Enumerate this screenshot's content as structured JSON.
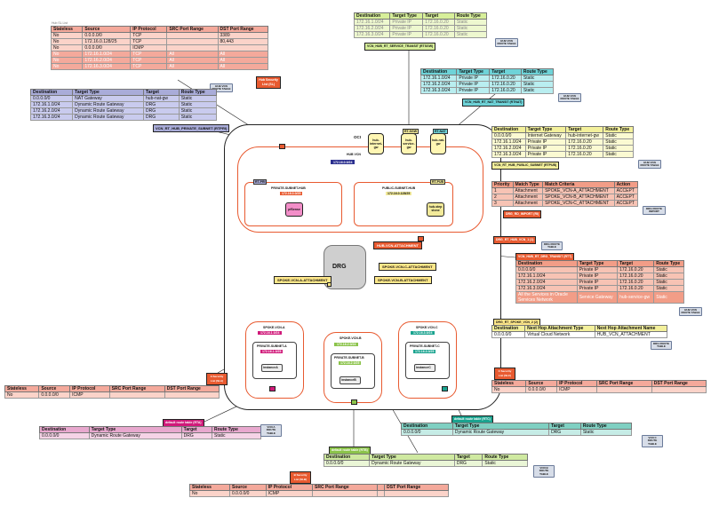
{
  "colors": {
    "sl": "#f4a99b",
    "hub": "#e85a30",
    "spoke_a": "#d01a7a",
    "spoke_b": "#8bc34a",
    "spoke_c": "#1aa38f",
    "drg": "#c9c9c9",
    "accent_nat": "#f2ea9a"
  },
  "oci_title": "OCI",
  "hub_vcn": {
    "title": "HUB VCN",
    "cidr": "172.16.0.0/24"
  },
  "gateways": {
    "internet": "hub-internet-gw",
    "service": "hub-service-gw",
    "nat": "hub-nat-gw"
  },
  "gw_tags": {
    "sgw": "RT-SGW",
    "nat": "RT-NAT",
    "private": "RT-PRI",
    "public": "RT-PUB"
  },
  "hub_private": {
    "title": "PRIVATE-SUBNET-HUB",
    "cidr": "172.16.0.0/25",
    "instance": "pfSense"
  },
  "hub_public": {
    "title": "PUBLIC-SUBNET-HUB",
    "cidr": "172.16.0.128/25",
    "instance": "hub-step stone"
  },
  "drg": {
    "title": "DRG"
  },
  "attachments": {
    "hub": "HUB-VCN-ATTACHMENT",
    "spoke_a": "SPOKE-VCN-A-ATTACHMENT",
    "spoke_b": "SPOKE-VCN-B-ATTACHMENT",
    "spoke_c": "SPOKE-VCN-C-ATTACHMENT"
  },
  "spoke_a": {
    "title": "SPOKE-VCN-A",
    "cidr": "172.16.1.0/24",
    "subnet": "PRIVATE-SUBNET-A",
    "subnet_cidr": "172.16.1.0/25",
    "instance": "instanceA"
  },
  "spoke_b": {
    "title": "SPOKE-VCN-B",
    "cidr": "172.16.2.0/24",
    "subnet": "PRIVATE-SUBNET-B",
    "subnet_cidr": "172.16.2.0/25",
    "instance": "instanceB"
  },
  "spoke_c": {
    "title": "SPOKE-VCN-C",
    "cidr": "172.16.3.0/24",
    "subnet": "PRIVATE-SUBNET-C",
    "subnet_cidr": "172.16.3.0/25",
    "instance": "instanceC"
  },
  "hub_sl_title": "HUB SECURITY LIST",
  "hub_sl": {
    "headers": [
      "Stateless",
      "Source",
      "IP Protocol",
      "SRC Port Range",
      "DST Port Range"
    ],
    "rows": [
      [
        "No",
        "0.0.0.0/0",
        "TCP",
        "",
        "3389"
      ],
      [
        "No",
        "172.16.0.128/25",
        "TCP",
        "",
        "80,443"
      ],
      [
        "No",
        "0.0.0.0/0",
        "ICMP",
        "",
        ""
      ],
      [
        "No",
        "172.16.1.0/24",
        "TCP",
        "All",
        "All"
      ],
      [
        "No",
        "172.16.2.0/24",
        "TCP",
        "All",
        "All"
      ],
      [
        "No",
        "172.16.3.0/24",
        "TCP",
        "All",
        "All"
      ]
    ]
  },
  "hub_sl_label": "Hub Security List (SL)",
  "rt_private": {
    "headers": [
      "Destination",
      "Target Type",
      "Target",
      "Route Type"
    ],
    "rows": [
      [
        "0.0.0.0/0",
        "NAT Gateway",
        "hub-nat-gw",
        "Static"
      ],
      [
        "172.16.1.0/24",
        "Dynamic Route Gateway",
        "DRG",
        "Static"
      ],
      [
        "172.16.2.0/24",
        "Dynamic Route Gateway",
        "DRG",
        "Static"
      ],
      [
        "172.16.3.0/24",
        "Dynamic Route Gateway",
        "DRG",
        "Static"
      ]
    ],
    "label": "VCN_RT_HUB_PRIVATE_SUBNET (RTPRI)",
    "badge": "HUB VCN ROUTE TABLE"
  },
  "rt_sgw": {
    "headers": [
      "Destination",
      "Target Type",
      "Target",
      "Route Type"
    ],
    "rows": [
      [
        "172.16.1.0/24",
        "Private IP",
        "172.16.0.20",
        "Static"
      ],
      [
        "172.16.2.0/24",
        "Private IP",
        "172.16.0.20",
        "Static"
      ],
      [
        "172.16.3.0/24",
        "Private IP",
        "172.16.0.20",
        "Static"
      ]
    ],
    "label": "VCN_HUB_RT_SERVICE_TRANSIT (RTSGW)",
    "badge": "HUB VCN ROUTE TABLE"
  },
  "rt_nat": {
    "headers": [
      "Destination",
      "Target Type",
      "Target",
      "Route Type"
    ],
    "rows": [
      [
        "172.16.1.0/24",
        "Private IP",
        "172.16.0.20",
        "Static"
      ],
      [
        "172.16.2.0/24",
        "Private IP",
        "172.16.0.20",
        "Static"
      ],
      [
        "172.16.3.0/24",
        "Private IP",
        "172.16.0.20",
        "Static"
      ]
    ],
    "label": "VCN_HUB_RT_NAT_TRANSIT (RTNAT)",
    "badge": "HUB VCN ROUTE TABLE"
  },
  "rt_public": {
    "headers": [
      "Destination",
      "Target Type",
      "Target",
      "Route Type"
    ],
    "rows": [
      [
        "0.0.0.0/0",
        "Internet Gateway",
        "hub-internet-gw",
        "Static"
      ],
      [
        "172.16.1.0/24",
        "Private IP",
        "172.16.0.20",
        "Static"
      ],
      [
        "172.16.2.0/24",
        "Private IP",
        "172.16.0.20",
        "Static"
      ],
      [
        "172.16.3.0/24",
        "Private IP",
        "172.16.0.20",
        "Static"
      ]
    ],
    "label": "VCN_RT_HUB_PUBLIC_SUBNET (RTPUB)",
    "badge": "HUB VCN ROUTE TABLE"
  },
  "drg_import": {
    "headers": [
      "Priority",
      "Match Type",
      "Match Criteria",
      "Action"
    ],
    "rows": [
      [
        "1",
        "Attachment",
        "SPOKE_VCN-A_ATTACHMENT",
        "ACCEPT"
      ],
      [
        "2",
        "Attachment",
        "SPOKE_VCN-B_ATTACHMENT",
        "ACCEPT"
      ],
      [
        "3",
        "Attachment",
        "SPOKE_VCN-C_ATTACHMENT",
        "ACCEPT"
      ]
    ],
    "label": "DRG_RD_IMPORT (RI)",
    "badge": "DRG ROUTE IMPORT"
  },
  "drg_hub_label": "DRG_RT_HUB_VCN_1 (1)",
  "drg_hub_badge": "DRG ROUTE TABLE",
  "rt_transit": {
    "label": "VCN_HUB_RT_DRG_TRANSIT (RTT)",
    "headers": [
      "Destination",
      "Target Type",
      "Target",
      "Route Type"
    ],
    "rows": [
      [
        "0.0.0.0/0",
        "Private IP",
        "172.16.0.20",
        "Static"
      ],
      [
        "172.16.1.0/24",
        "Private IP",
        "172.16.0.20",
        "Static"
      ],
      [
        "172.16.2.0/24",
        "Private IP",
        "172.16.0.20",
        "Static"
      ],
      [
        "172.16.3.0/24",
        "Private IP",
        "172.16.0.20",
        "Static"
      ],
      [
        "All the Services in Oracle Services Network",
        "Service Gateway",
        "hub-service-gw",
        "Static"
      ]
    ],
    "badge": "HUB VCN ROUTE TABLE"
  },
  "drg_spoke_label": "DRG_RT_SPOKE_VCN_2 (2)",
  "drg_spoke": {
    "headers": [
      "Destination",
      "Next Hop Attachment Type",
      "Next Hop Attachment Name"
    ],
    "rows": [
      [
        "0.0.0.0/0",
        "Virtual Cloud Network",
        "HUB_VCN_ATTACHMENT"
      ]
    ],
    "badge": "DRG ROUTE TABLE"
  },
  "sl_a": {
    "label": "A Security List (SLA)",
    "headers": [
      "Stateless",
      "Source",
      "IP Protocol",
      "SRC Port Range",
      "DST Port Range"
    ],
    "rows": [
      [
        "No",
        "0.0.0.0/0",
        "ICMP",
        "",
        ""
      ]
    ]
  },
  "sl_c": {
    "label": "C Security List (SLC)",
    "headers": [
      "Stateless",
      "Source",
      "IP Protocol",
      "SRC Port Range",
      "DST Port Range"
    ],
    "rows": [
      [
        "No",
        "0.0.0.0/0",
        "ICMP",
        "",
        ""
      ]
    ]
  },
  "sl_b": {
    "label": "B Security List (SLB)",
    "headers": [
      "Stateless",
      "Source",
      "IP Protocol",
      "SRC Port Range",
      "",
      "DST Port Range"
    ],
    "rows": [
      [
        "No",
        "0.0.0.0/0",
        "ICMP",
        "",
        "",
        ""
      ]
    ]
  },
  "rt_a": {
    "label": "default route table (RTA)",
    "headers": [
      "Destination",
      "Target Type",
      "Target",
      "Route Type"
    ],
    "rows": [
      [
        "0.0.0.0/0",
        "Dynamic Route Gateway",
        "DRG",
        "Static"
      ]
    ],
    "badge": "VCN A ROUTE TABLE"
  },
  "rt_b": {
    "label": "default route table (RTB)",
    "headers": [
      "Destination",
      "Target Type",
      "Target",
      "Route Type"
    ],
    "rows": [
      [
        "0.0.0.0/0",
        "Dynamic Route Gateway",
        "DRG",
        "Static"
      ]
    ],
    "badge": "VCN B ROUTE TABLE"
  },
  "rt_c": {
    "label": "default route table (RTC)",
    "headers": [
      "Destination",
      "Target Type",
      "Target",
      "Route Type"
    ],
    "rows": [
      [
        "0.0.0.0/0",
        "Dynamic Route Gateway",
        "DRG",
        "Static"
      ]
    ],
    "badge": "VCN C ROUTE TABLE"
  },
  "tiny_titles": {
    "hub_sl": "Hub SL List"
  }
}
